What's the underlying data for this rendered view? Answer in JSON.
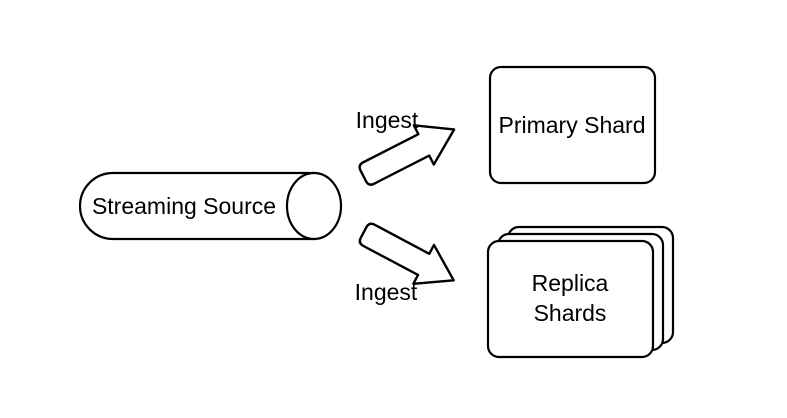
{
  "canvas": {
    "background": "#ffffff",
    "line_color": "#000000",
    "text_color": "#000000"
  },
  "nodes": {
    "streaming_source": {
      "shape": "cylinder",
      "label": "Streaming Source"
    },
    "primary_shard": {
      "shape": "rounded-rectangle",
      "label": "Primary Shard"
    },
    "replica_shards": {
      "shape": "stacked-cards",
      "card_count": 3,
      "label_line1": "Replica",
      "label_line2": "Shards"
    }
  },
  "edges": {
    "ingest_top": {
      "label": "Ingest",
      "direction": "up-right"
    },
    "ingest_bottom": {
      "label": "Ingest",
      "direction": "down-right"
    }
  }
}
